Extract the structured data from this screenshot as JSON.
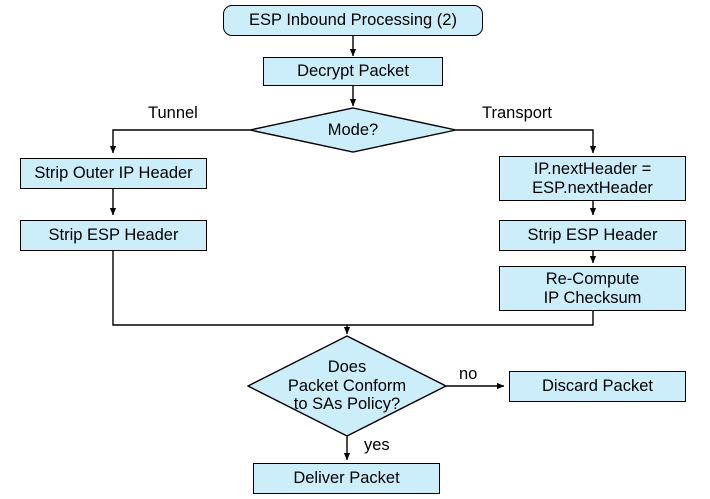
{
  "diagram": {
    "title": "ESP Inbound Processing (2)",
    "fill_color": "#cceefb",
    "stroke_color": "#000000",
    "background_color": "#ffffff",
    "nodes": {
      "start": "ESP Inbound Processing (2)",
      "decrypt": "Decrypt Packet",
      "mode_decision": "Mode?",
      "strip_outer_ip": "Strip Outer IP Header",
      "strip_esp_tunnel": "Strip ESP Header",
      "next_header": "IP.nextHeader =\nESP.nextHeader",
      "strip_esp_transport": "Strip ESP Header",
      "recompute_checksum": "Re-Compute\nIP Checksum",
      "policy_decision": "Does\nPacket Conform\nto SAs Policy?",
      "discard": "Discard Packet",
      "deliver": "Deliver Packet"
    },
    "edge_labels": {
      "tunnel": "Tunnel",
      "transport": "Transport",
      "no": "no",
      "yes": "yes"
    }
  }
}
